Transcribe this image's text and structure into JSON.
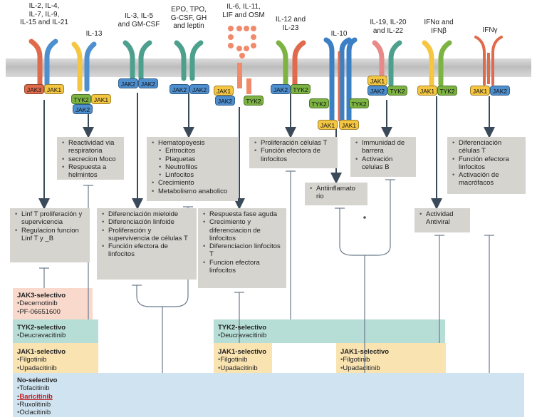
{
  "colors": {
    "membrane": "#c9c9c9",
    "jak1": "#f4c642",
    "jak2": "#4e8fcf",
    "jak3": "#e06a4c",
    "tyk2": "#7cb342",
    "pathway_box": "#d6d4cf",
    "jak3_selective": "#f8d9cc",
    "tyk2_selective": "#b7ded6",
    "jak1_selective": "#f9e3b0",
    "non_selective": "#cfe3f0",
    "highlight_drug": "#c0181e"
  },
  "receptors": [
    {
      "label": "IL-2, IL-4,\nIL-7, IL-9,\nIL-15 and IL-21",
      "jaks": [
        "JAK3",
        "JAK1"
      ]
    },
    {
      "label": "IL-13",
      "jaks": [
        "TYK2",
        "JAK1",
        "JAK2"
      ]
    },
    {
      "label": "IL-3, IL-5\nand GM-CSF",
      "jaks": [
        "JAK2",
        "JAK2"
      ]
    },
    {
      "label": "EPO, TPO,\nG-CSF, GH\nand leptin",
      "jaks": [
        "JAK2",
        "JAK2"
      ]
    },
    {
      "label": "IL-6, IL-11,\nLIF and OSM",
      "jaks": [
        "JAK1",
        "JAK2",
        "TYK2"
      ]
    },
    {
      "label": "IL-12 and\nIL-23",
      "jaks": [
        "JAK2",
        "TYK2"
      ]
    },
    {
      "label": "IL-10",
      "jaks": [
        "TYK2",
        "JAK1",
        "JAK1",
        "TYK2"
      ]
    },
    {
      "label": "IL-19, IL-20\nand IL-22",
      "jaks": [
        "JAK1",
        "JAK2",
        "TYK2"
      ]
    },
    {
      "label": "IFNα and\nIFNβ",
      "jaks": [
        "JAK1",
        "TYK2"
      ]
    },
    {
      "label": "IFNγ",
      "jaks": [
        "JAK1",
        "JAK2"
      ]
    }
  ],
  "pathways": {
    "p1": [
      "Linf T proliferación y supervicencia",
      "Regulacion funcion Linf T y _B"
    ],
    "p2": [
      "Reactividad via respiratoria",
      "secrecion Moco",
      "Respuesta a helmintos"
    ],
    "p3": [
      "Diferenciación mieloide",
      "Diferenciación linfoide",
      "Proliferación y supervivencia de células T",
      "Función efectora de linfocitos"
    ],
    "p4_head": "Hematopoyesis",
    "p4_sub": [
      "Eritrocitos",
      "Plaquetas",
      "Neutrofilos",
      "Linfocitos"
    ],
    "p4_tail": [
      "Crecimiento",
      "Metabolismo anabolico"
    ],
    "p5": [
      "Respuesta fase aguda",
      "Crecimiento y diferenciacion de linfocitos",
      "Diferenciacion linfocitos T",
      "Funcion efectora linfocitos"
    ],
    "p6": [
      "Proliferación  células  T",
      "Función efectora de linfocitos"
    ],
    "p7": [
      "Antiinflamato rio"
    ],
    "p8": [
      "Immunidad de barrera",
      "Activación celulas B"
    ],
    "p9": [
      "Actividad Antiviral"
    ],
    "p10": [
      "Diferenciación células T",
      "Función efectora linfocitos",
      "Activación de macrófacos"
    ]
  },
  "drug_groups": {
    "jak3": {
      "title": "JAK3-selectivo",
      "drugs": [
        "Decernotinib",
        "PF-06651600"
      ]
    },
    "tyk2_a": {
      "title": "TYK2-selectivo",
      "drugs": [
        "Deucravacitinib"
      ]
    },
    "tyk2_b": {
      "title": "TYK2-selectivo",
      "drugs": [
        "Deucravacitinib"
      ]
    },
    "jak1_a": {
      "title": "JAK1-selectivo",
      "drugs": [
        "Filgotinib",
        "Upadacitinib"
      ]
    },
    "jak1_b": {
      "title": "JAK1-selectivo",
      "drugs": [
        "Filgotinib",
        "Upadacitinib"
      ]
    },
    "jak1_c": {
      "title": "JAK1-selectivo",
      "drugs": [
        "Filgotinib",
        "Upadacitinib"
      ]
    },
    "nonsel": {
      "title": "No-selectivo",
      "drugs": [
        "Tofacitinib",
        "Baricitinib",
        "Ruxolitinib",
        "Oclacitinib"
      ]
    }
  }
}
